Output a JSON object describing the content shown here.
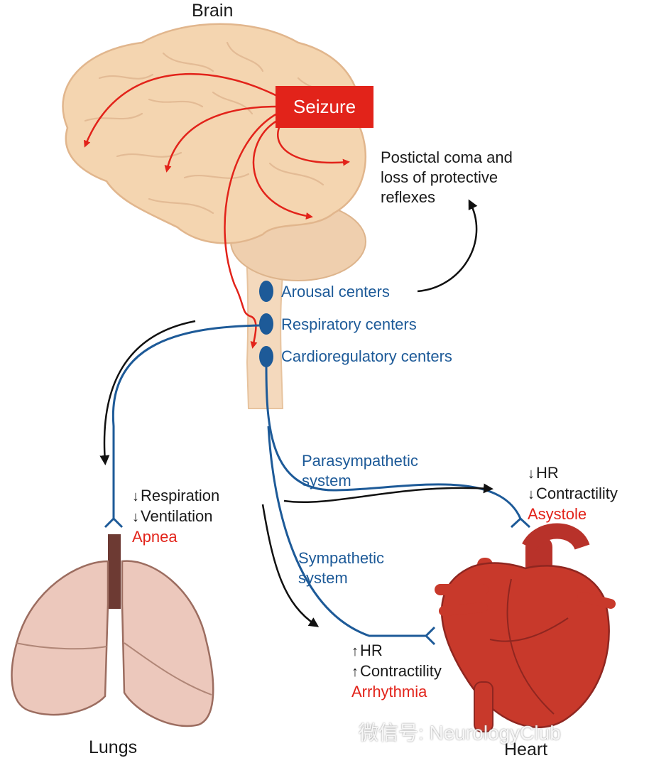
{
  "labels": {
    "brain": "Brain",
    "seizure": "Seizure",
    "postictal": [
      "Postictal coma and",
      "loss of protective",
      "reflexes"
    ],
    "arousal": "Arousal centers",
    "respiratory": "Respiratory centers",
    "cardioregulatory": "Cardioregulatory centers",
    "parasympathetic": [
      "Parasympathetic",
      "system"
    ],
    "sympathetic": [
      "Sympathetic",
      "system"
    ],
    "lungs": "Lungs",
    "heart": "Heart",
    "lung_effects": [
      "Respiration",
      "Ventilation"
    ],
    "lung_outcome": "Apnea",
    "para_effects": [
      "HR",
      "Contractility"
    ],
    "para_outcome": "Asystole",
    "symp_effects": [
      "HR",
      "Contractility"
    ],
    "symp_outcome": "Arrhythmia",
    "watermark": "微信号: NeurologyClub"
  },
  "icons": {
    "down_arrow": "↓",
    "up_arrow": "↑"
  },
  "colors": {
    "brain_fill": "#f4d5b0",
    "seizure_red": "#e2231a",
    "nerve_blue": "#1d5a98",
    "heart_red": "#c8392b",
    "lung_pink": "#ecc8bc"
  }
}
